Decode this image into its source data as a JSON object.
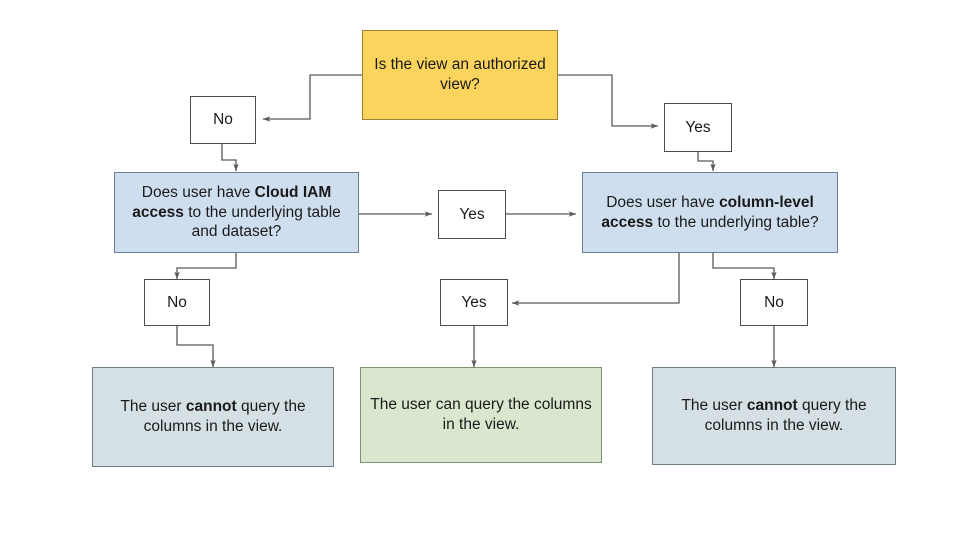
{
  "diagram": {
    "type": "flowchart",
    "title_text_present": false,
    "colors": {
      "start_fill": "#fbd45e",
      "decision_fill": "#cfdeef",
      "answer_fill": "#ffffff",
      "deny_fill": "#d4e0e3",
      "allow_fill": "#d9e7cf",
      "edge_stroke": "#595959",
      "text": "#1a1a1a",
      "background": "#ffffff"
    },
    "nodes": {
      "start_question": {
        "id": "is-authorized-view",
        "text": "Is the view an authorized view?",
        "shape": "rectangle",
        "fill": "#fbd45e"
      },
      "answer_no_top": {
        "id": "answer-no-top",
        "text": "No",
        "shape": "rectangle",
        "fill": "#ffffff"
      },
      "answer_yes_top": {
        "id": "answer-yes-top",
        "text": "Yes",
        "shape": "rectangle",
        "fill": "#ffffff"
      },
      "decision_iam": {
        "id": "cloud-iam-access",
        "text_parts": [
          {
            "text": "Does user have ",
            "bold": false
          },
          {
            "text": "Cloud IAM access",
            "bold": true
          },
          {
            "text": " to the underlying table and dataset?",
            "bold": false
          }
        ],
        "plain_text": "Does user have Cloud IAM access to the underlying table and dataset?",
        "shape": "rectangle",
        "fill": "#cfdeef"
      },
      "answer_yes_middle": {
        "id": "answer-yes-middle",
        "text": "Yes",
        "shape": "rectangle",
        "fill": "#ffffff"
      },
      "decision_column": {
        "id": "column-level-access",
        "text_parts": [
          {
            "text": "Does user have ",
            "bold": false
          },
          {
            "text": "column-level access",
            "bold": true
          },
          {
            "text": " to the underlying table?",
            "bold": false
          }
        ],
        "plain_text": "Does user have column-level access to the underlying table?",
        "shape": "rectangle",
        "fill": "#cfdeef"
      },
      "answer_no_left": {
        "id": "answer-no-left",
        "text": "No",
        "shape": "rectangle",
        "fill": "#ffffff"
      },
      "answer_yes_bottom": {
        "id": "answer-yes-bottom",
        "text": "Yes",
        "shape": "rectangle",
        "fill": "#ffffff"
      },
      "answer_no_right": {
        "id": "answer-no-right",
        "text": "No",
        "shape": "rectangle",
        "fill": "#ffffff"
      },
      "outcome_left": {
        "id": "outcome-cannot-query-left",
        "text_parts": [
          {
            "text": "The user ",
            "bold": false
          },
          {
            "text": "cannot",
            "bold": true
          },
          {
            "text": " query the columns in the view.",
            "bold": false
          }
        ],
        "plain_text": "The user cannot query the columns in the view.",
        "shape": "rectangle",
        "fill": "#d4e0e3"
      },
      "outcome_middle": {
        "id": "outcome-can-query",
        "text_parts": [
          {
            "text": "The user can query the columns in the view.",
            "bold": false
          }
        ],
        "plain_text": "The user can query the columns in the view.",
        "shape": "rectangle",
        "fill": "#d9e7cf"
      },
      "outcome_right": {
        "id": "outcome-cannot-query-right",
        "text_parts": [
          {
            "text": "The user ",
            "bold": false
          },
          {
            "text": "cannot",
            "bold": true
          },
          {
            "text": " query the columns in the view.",
            "bold": false
          }
        ],
        "plain_text": "The user cannot query the columns in the view.",
        "shape": "rectangle",
        "fill": "#d4e0e3"
      }
    },
    "edges": [
      {
        "from": "is-authorized-view",
        "to": "answer-no-top",
        "label": ""
      },
      {
        "from": "is-authorized-view",
        "to": "answer-yes-top",
        "label": ""
      },
      {
        "from": "answer-no-top",
        "to": "cloud-iam-access",
        "label": ""
      },
      {
        "from": "answer-yes-top",
        "to": "column-level-access",
        "label": ""
      },
      {
        "from": "cloud-iam-access",
        "to": "answer-yes-middle",
        "label": ""
      },
      {
        "from": "answer-yes-middle",
        "to": "column-level-access",
        "label": ""
      },
      {
        "from": "cloud-iam-access",
        "to": "answer-no-left",
        "label": ""
      },
      {
        "from": "answer-no-left",
        "to": "outcome-cannot-query-left",
        "label": ""
      },
      {
        "from": "column-level-access",
        "to": "answer-yes-bottom",
        "label": ""
      },
      {
        "from": "answer-yes-bottom",
        "to": "outcome-can-query",
        "label": ""
      },
      {
        "from": "column-level-access",
        "to": "answer-no-right",
        "label": ""
      },
      {
        "from": "answer-no-right",
        "to": "outcome-cannot-query-right",
        "label": ""
      }
    ]
  }
}
